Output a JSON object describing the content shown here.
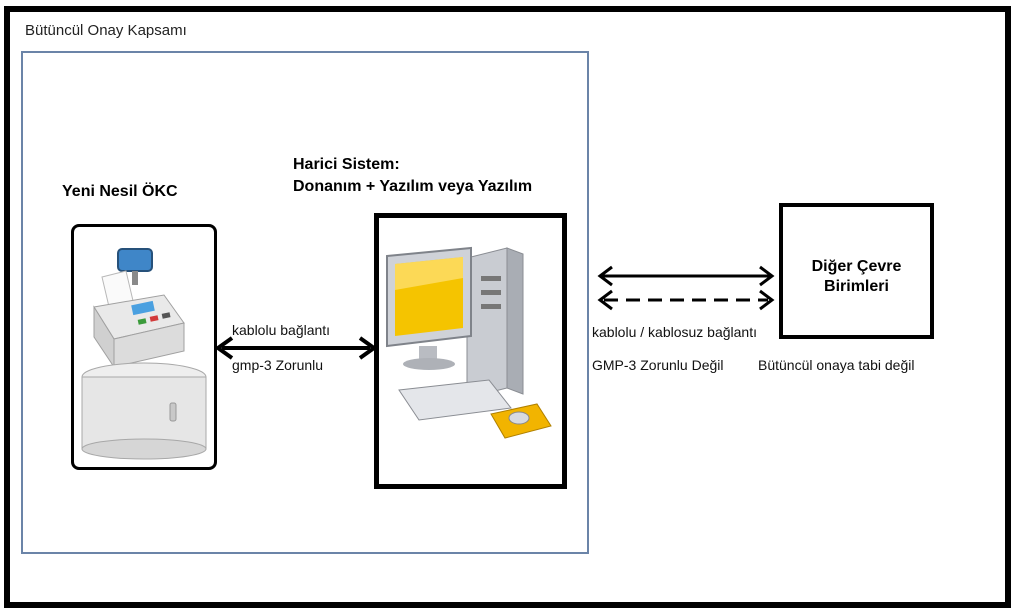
{
  "diagram": {
    "scope_title": "Bütüncül Onay Kapsamı",
    "okc_title": "Yeni Nesil ÖKC",
    "external_system_line1": "Harici Sistem:",
    "external_system_line2": "Donanım + Yazılım veya Yazılım",
    "other_units_line1": "Diğer Çevre",
    "other_units_line2": "Birimleri",
    "left_link_label": "kablolu bağlantı",
    "left_link_requirement": "gmp-3 Zorunlu",
    "right_link_label": "kablolu / kablosuz bağlantı",
    "right_link_requirement": "GMP-3 Zorunlu Değil",
    "right_scope_note": "Bütüncül onaya tabi değil"
  },
  "icons": {
    "okc": "cash-register-icon",
    "pc": "desktop-computer-icon"
  },
  "colors": {
    "scope_border": "#6b84a8",
    "monitor_screen": "#f5c400",
    "mouse_pad": "#f2b400"
  }
}
